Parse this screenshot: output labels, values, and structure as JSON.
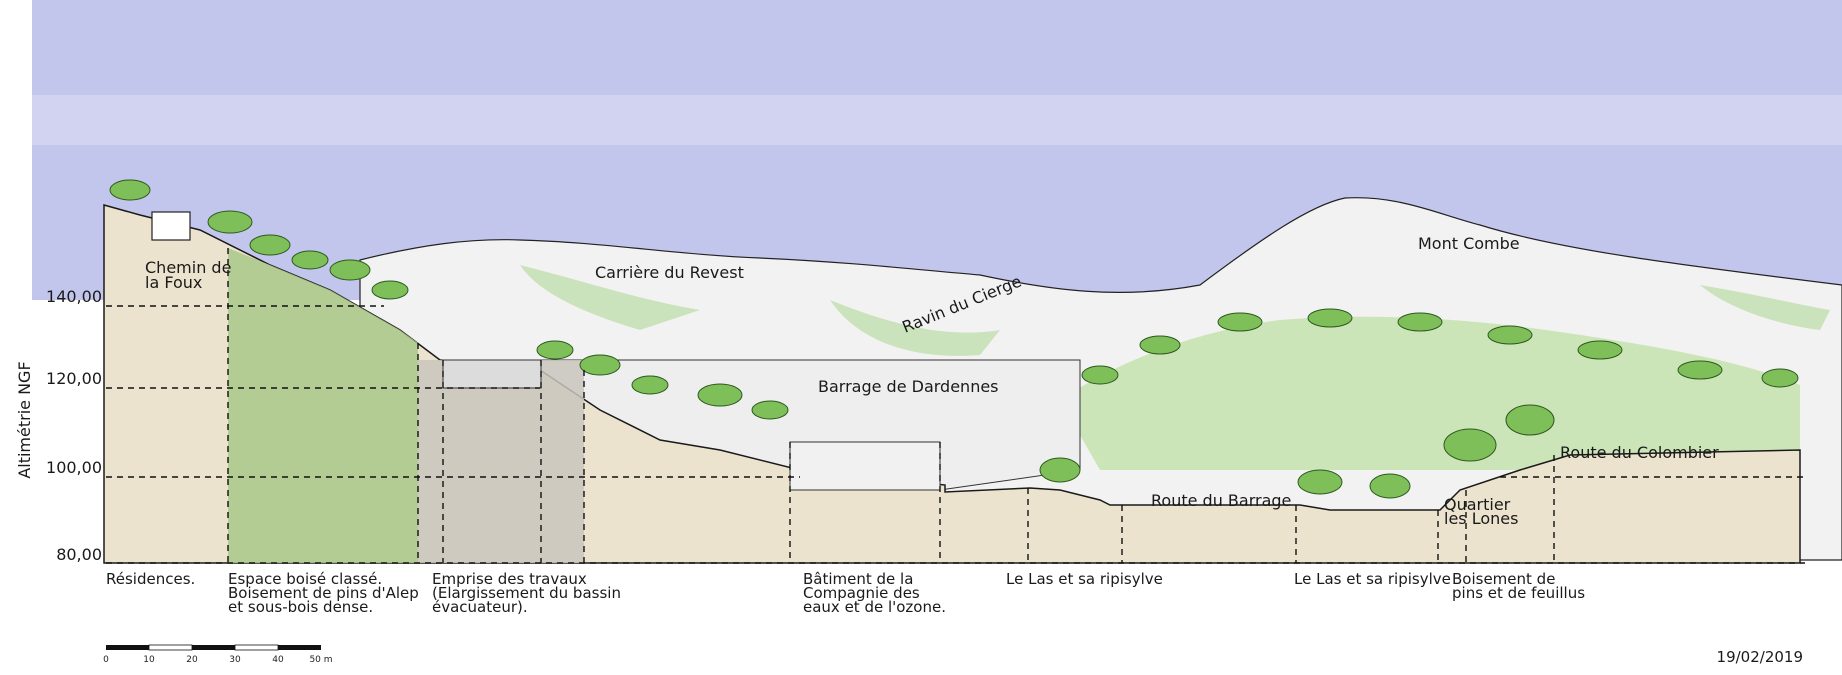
{
  "colors": {
    "sky": "#c3c6ec",
    "soil": "#ece3cf",
    "mountain": "#f2f2f2",
    "vegetation": "#8fc46a",
    "classified_woodland": "#a9c88a",
    "works_zone": "#c9c5bd"
  },
  "axis": {
    "title": "Altimétrie NGF",
    "ticks": [
      "140,00",
      "120,00",
      "100,00",
      "80,00"
    ]
  },
  "places": {
    "chemin_line1": "Chemin de",
    "chemin_line2": "la Foux",
    "carriere": "Carrière du Revest",
    "ravin": "Ravin du Cierge",
    "mont_combe": "Mont Combe",
    "barrage": "Barrage de Dardennes",
    "route_colombier": "Route du Colombier",
    "route_barrage": "Route du Barrage",
    "quartier_line1": "Quartier",
    "quartier_line2": "les Lones"
  },
  "captions": {
    "residences": "Résidences.",
    "espace_line1": "Espace boisé classé.",
    "espace_line2": "Boisement de pins d'Alep",
    "espace_line3": "et sous-bois dense.",
    "emprise_line1": "Emprise des travaux",
    "emprise_line2": "(Elargissement du bassin",
    "emprise_line3": " évacuateur).",
    "batiment_line1": "Bâtiment de la",
    "batiment_line2": "Compagnie des",
    "batiment_line3": "eaux et de l'ozone.",
    "las1": "Le Las et sa ripisylve",
    "las2": "Le Las et sa ripisylve",
    "boisement_line1": "Boisement de",
    "boisement_line2": "pins et de feuillus"
  },
  "scale_bar": {
    "ticks": [
      "0",
      "10",
      "20",
      "30",
      "40",
      "50 m"
    ]
  },
  "date": "19/02/2019"
}
